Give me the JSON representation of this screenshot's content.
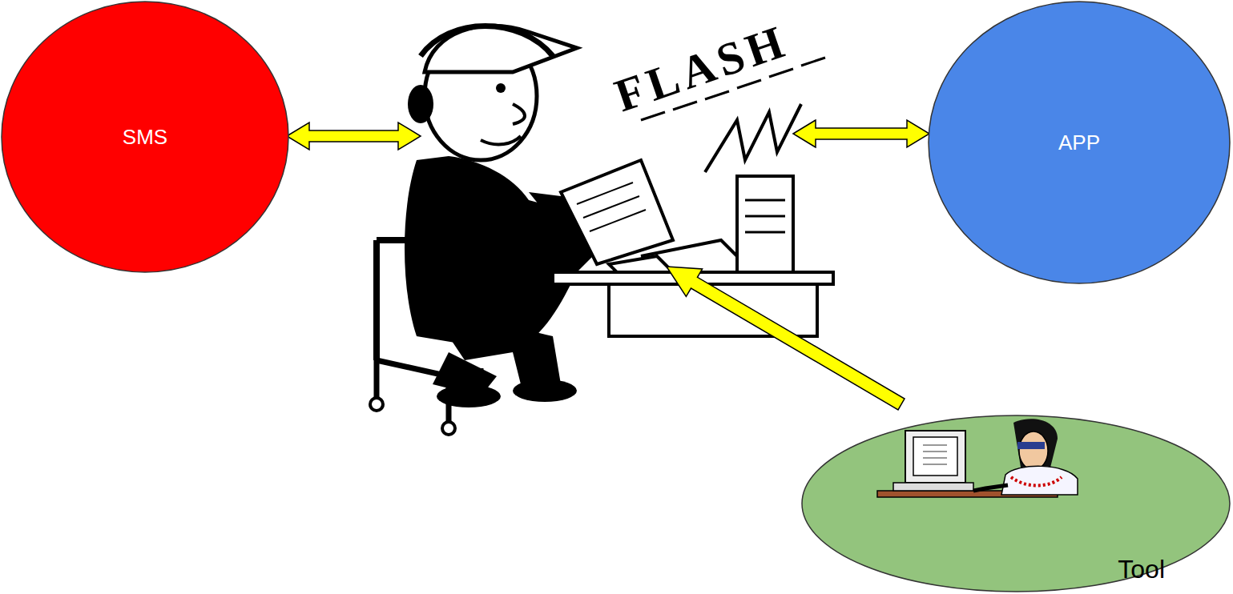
{
  "diagram": {
    "nodes": [
      {
        "text": [
          "SMS"
        ]
      },
      {
        "text": [
          "APP"
        ]
      },
      {
        "text": [
          "Tool"
        ]
      }
    ],
    "labels": [
      "FLASH"
    ]
  }
}
